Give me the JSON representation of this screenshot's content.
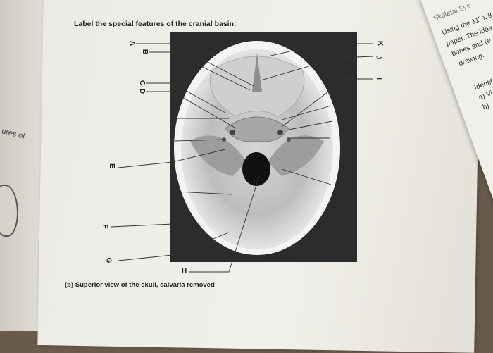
{
  "left_page": {
    "fragment": "ures of"
  },
  "question": {
    "text": "Label the special features of the cranial basin:"
  },
  "labels": [
    "A",
    "B",
    "C",
    "D",
    "E",
    "F",
    "G",
    "H",
    "I",
    "J",
    "K"
  ],
  "caption": "(b) Superior view of the skull, calvaria removed",
  "right_page": {
    "title": "Skeletal Sys",
    "lines": [
      "Using the 11\" x 8.",
      "paper. The idea",
      "bones and (e",
      "drawing."
    ],
    "identify": "Identif",
    "items": [
      "a) Vi",
      "b)"
    ]
  }
}
